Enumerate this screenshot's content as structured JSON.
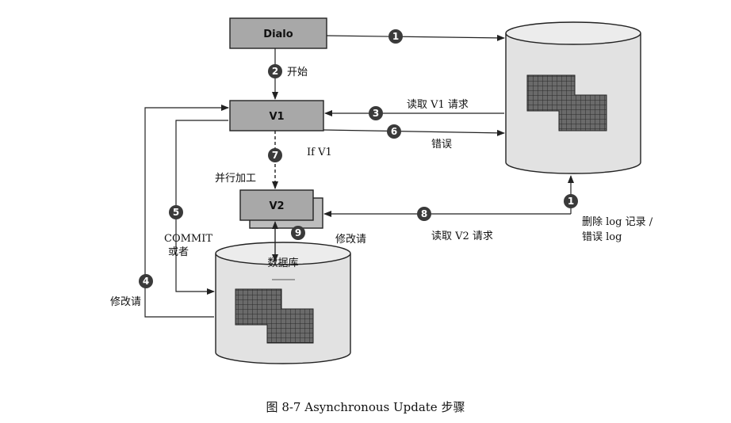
{
  "boxes": {
    "dialo": "Dialo",
    "v1": "V1",
    "v2": "V2"
  },
  "database": "数据库",
  "steps": {
    "s1": "1",
    "s2": "2",
    "s3": "3",
    "s4": "4",
    "s5": "5",
    "s6": "6",
    "s7": "7",
    "s8": "8",
    "s9": "9",
    "s10": "1"
  },
  "labels": {
    "start": "开始",
    "read_v1": "读取 V1 请求",
    "error": "错误",
    "if_v1": "If V1",
    "parallel": "并行加工",
    "commit_line1": "COMMIT",
    "commit_line2": "或者",
    "modify_left": "修改请",
    "modify_mid": "修改请",
    "read_v2": "读取 V2 请求",
    "delete_line1": "删除 log 记录 /",
    "delete_line2": "错误 log"
  },
  "caption": "图 8-7    Asynchronous Update  步骤",
  "colors": {
    "box_fill": "#a8a8a8",
    "cylinder_fill": "#e2e2e2",
    "step_circle": "#3a3a3a",
    "grid_block": "#555555"
  }
}
